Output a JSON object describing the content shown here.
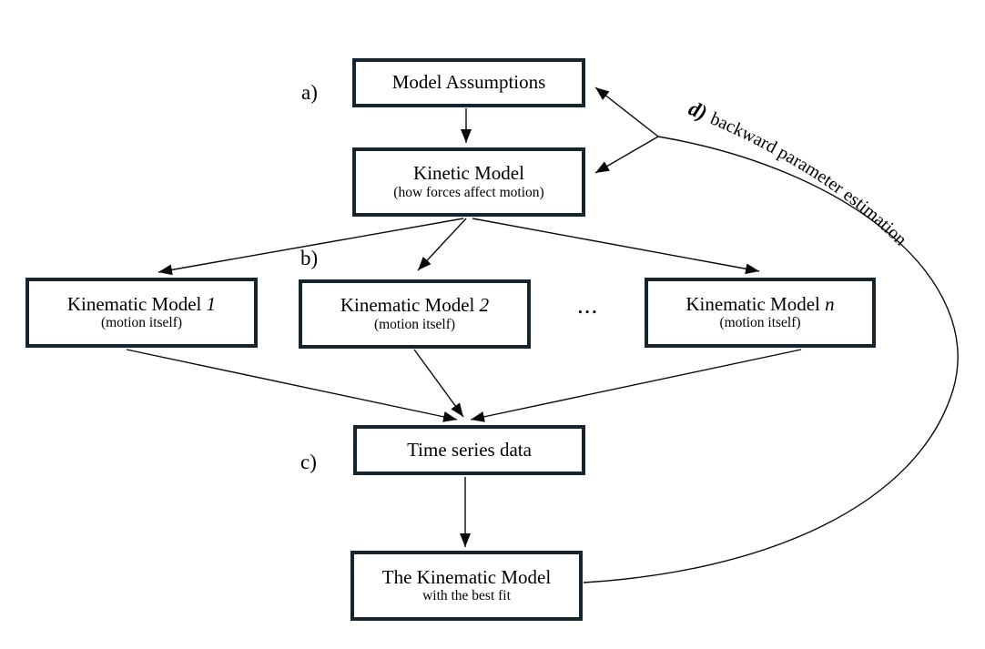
{
  "colors": {
    "border": "#16242e",
    "line": "#0a0a0a",
    "text": "#000000",
    "background": "#ffffff"
  },
  "labels": {
    "a": "a)",
    "b": "b)",
    "c": "c)",
    "d_prefix": "d)",
    "d_rest": "backward parameter estimation",
    "ellipsis": "..."
  },
  "boxes": {
    "model_assumptions": {
      "title": "Model Assumptions"
    },
    "kinetic_model": {
      "title": "Kinetic Model",
      "subtitle": "(how forces affect motion)"
    },
    "kinematic_model_1": {
      "title_prefix": "Kinematic Model ",
      "title_var": "1",
      "subtitle": "(motion itself)"
    },
    "kinematic_model_2": {
      "title_prefix": "Kinematic Model ",
      "title_var": "2",
      "subtitle": "(motion itself)"
    },
    "kinematic_model_n": {
      "title_prefix": "Kinematic Model ",
      "title_var": "n",
      "subtitle": "(motion itself)"
    },
    "time_series": {
      "title": "Time series data"
    },
    "best_fit": {
      "title": "The Kinematic Model",
      "subtitle": "with the best fit"
    }
  }
}
